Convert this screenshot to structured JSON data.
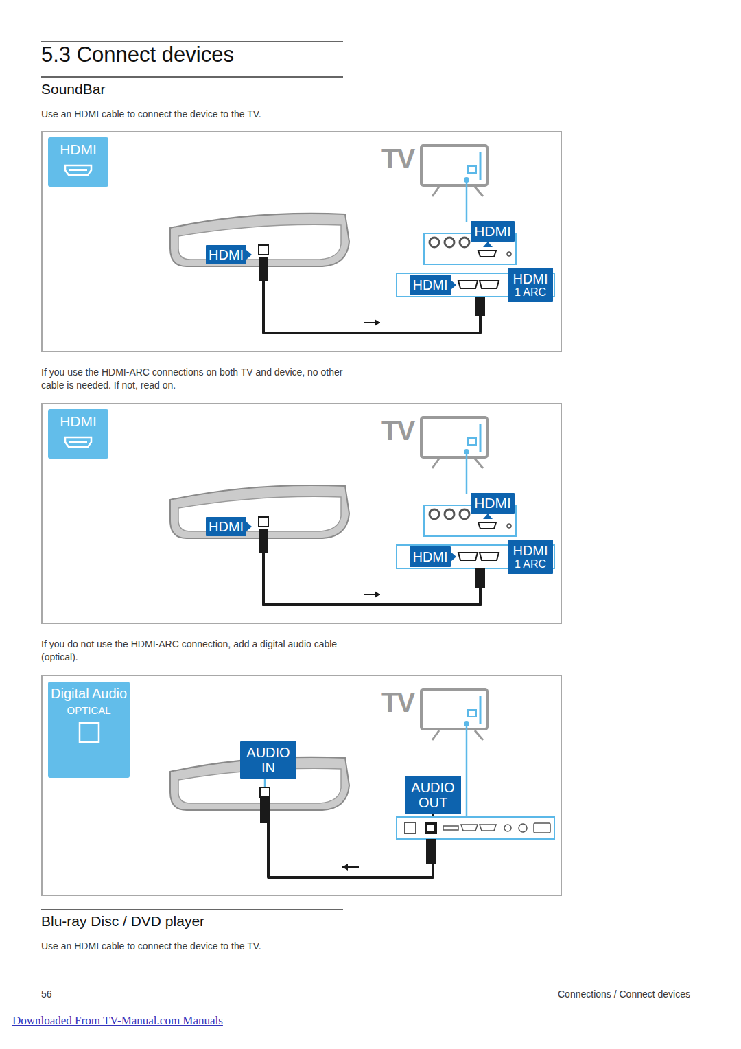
{
  "diagram": {
    "title": "5.3 Connect devices",
    "nodes": [
      {
        "text": [
          "HDMI"
        ]
      },
      {
        "text": [
          "HDMI"
        ]
      },
      {
        "text": [
          "HDMI"
        ]
      },
      {
        "text": [
          "HDMI"
        ]
      },
      {
        "text": [
          "HDMI",
          "1 ARC"
        ]
      },
      {
        "text": [
          "HDMI"
        ]
      },
      {
        "text": [
          "HDMI"
        ]
      },
      {
        "text": [
          "HDMI"
        ]
      },
      {
        "text": [
          "HDMI"
        ]
      },
      {
        "text": [
          "HDMI",
          "1 ARC"
        ]
      },
      {
        "text": [
          "Digital Audio",
          "OPTICAL"
        ]
      },
      {
        "text": [
          "AUDIO IN"
        ]
      },
      {
        "text": [
          "AUDIO OUT"
        ]
      }
    ],
    "edges": [
      {
        "from": 1,
        "to": 4,
        "arrow": "to"
      },
      {
        "from": 6,
        "to": 9,
        "arrow": "to"
      },
      {
        "from": 12,
        "to": 11,
        "arrow": "to"
      }
    ],
    "labels": [
      "SoundBar",
      "Use an HDMI cable to connect the device to the TV.",
      "TV",
      "If you use the HDMI-ARC connections on both TV and device, no other cable is needed. If not, read on.",
      "TV",
      "If you do not use the HDMI-ARC connection, add a digital audio cable (optical).",
      "TV",
      "Blu-ray Disc / DVD player",
      "Use an HDMI cable to connect the device to the TV.",
      "56",
      "Connections / Connect devices",
      "Downloaded From TV-Manual.com Manuals"
    ]
  }
}
